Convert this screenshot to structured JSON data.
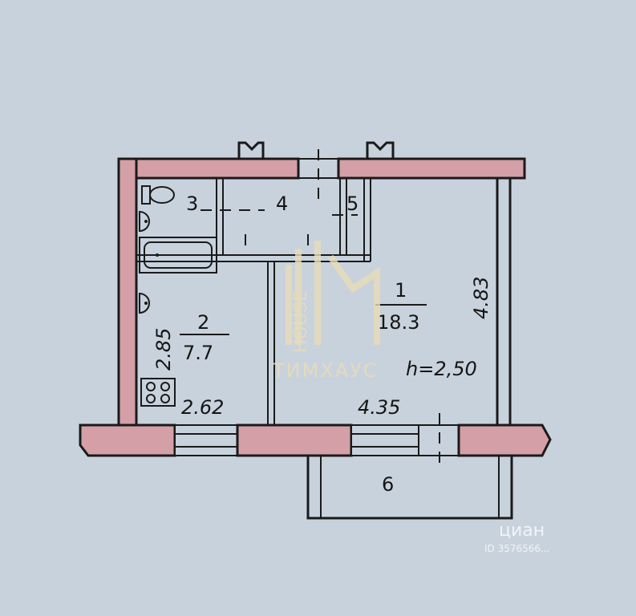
{
  "rooms": {
    "r1": {
      "number": "1",
      "area": "18.3"
    },
    "r2": {
      "number": "2",
      "area": "7.7"
    },
    "r3": {
      "number": "3"
    },
    "r4": {
      "number": "4"
    },
    "r5": {
      "number": "5"
    },
    "r6": {
      "number": "6"
    }
  },
  "dimensions": {
    "kitchen_height": "2.85",
    "kitchen_width": "2.62",
    "room_width": "4.35",
    "room_depth": "4.83",
    "ceiling_height": "h=2,50"
  },
  "watermark": {
    "logo_word": "HOUSE",
    "brand": "ТИМХАУС"
  },
  "cian": {
    "logo": "циан",
    "id": "ID 3576566..."
  },
  "colors": {
    "wall": "#d49fa6",
    "background": "#c8d2dc",
    "ink": "#1a1a1a"
  }
}
